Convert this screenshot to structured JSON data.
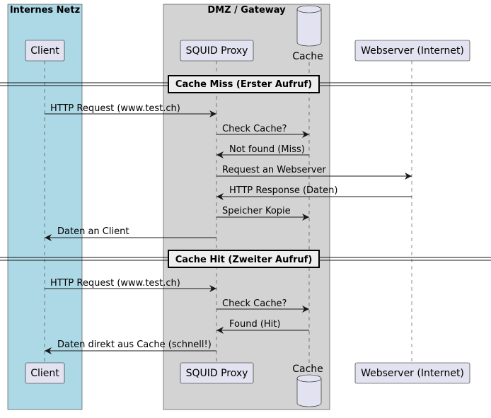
{
  "colors": {
    "internal_box": "#add8e6",
    "dmz_box": "#d3d3d3",
    "participant_fill": "#e2e2f0",
    "line": "#181818"
  },
  "boxes": {
    "internal": {
      "title": "Internes Netz"
    },
    "dmz": {
      "title": "DMZ / Gateway"
    }
  },
  "participants": {
    "client": {
      "label": "Client"
    },
    "proxy": {
      "label": "SQUID Proxy"
    },
    "cache": {
      "label": "Cache",
      "shape": "database"
    },
    "webserver": {
      "label": "Webserver (Internet)"
    }
  },
  "dividers": [
    {
      "label": "Cache Miss (Erster Aufruf)"
    },
    {
      "label": "Cache Hit (Zweiter Aufruf)"
    }
  ],
  "messages": [
    {
      "from": "client",
      "to": "proxy",
      "label": "HTTP Request (www.test.ch)"
    },
    {
      "from": "proxy",
      "to": "cache",
      "label": "Check Cache?"
    },
    {
      "from": "cache",
      "to": "proxy",
      "label": "Not found (Miss)"
    },
    {
      "from": "proxy",
      "to": "webserver",
      "label": "Request an Webserver"
    },
    {
      "from": "webserver",
      "to": "proxy",
      "label": "HTTP Response (Daten)"
    },
    {
      "from": "proxy",
      "to": "cache",
      "label": "Speicher Kopie"
    },
    {
      "from": "proxy",
      "to": "client",
      "label": "Daten an Client"
    },
    {
      "from": "client",
      "to": "proxy",
      "label": "HTTP Request (www.test.ch)"
    },
    {
      "from": "proxy",
      "to": "cache",
      "label": "Check Cache?"
    },
    {
      "from": "cache",
      "to": "proxy",
      "label": "Found (Hit)"
    },
    {
      "from": "proxy",
      "to": "client",
      "label": "Daten direkt aus Cache (schnell!)"
    }
  ]
}
